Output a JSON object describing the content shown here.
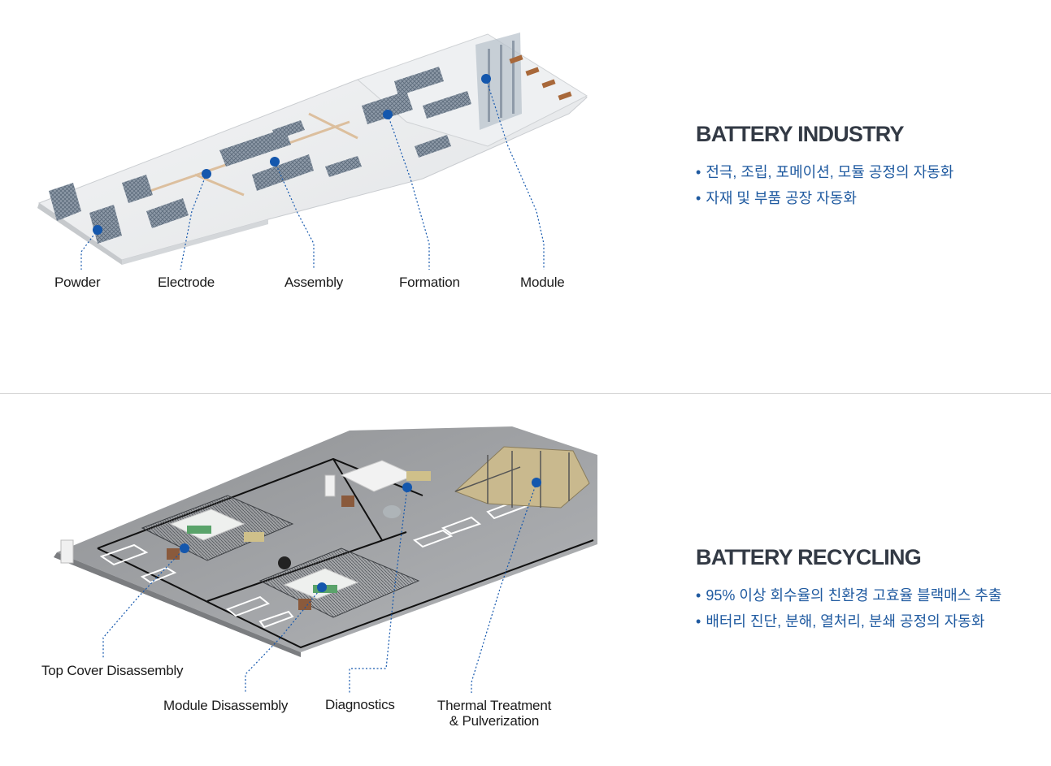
{
  "industry": {
    "heading": "BATTERY INDUSTRY",
    "bullets": [
      "전극, 조립, 포메이션, 모듈 공정의 자동화",
      "자재 및 부품 공장 자동화"
    ],
    "labels": {
      "powder": "Powder",
      "electrode": "Electrode",
      "assembly": "Assembly",
      "formation": "Formation",
      "module": "Module"
    }
  },
  "recycling": {
    "heading": "BATTERY RECYCLING",
    "bullets": [
      "95% 이상 회수율의 친환경 고효율 블랙매스 추출",
      "배터리 진단, 분해, 열처리, 분쇄 공정의 자동화"
    ],
    "labels": {
      "top_cover": "Top Cover Disassembly",
      "module_disassembly": "Module Disassembly",
      "diagnostics": "Diagnostics",
      "thermal_line1": "Thermal Treatment",
      "thermal_line2": "& Pulverization"
    }
  },
  "colors": {
    "accent_blue": "#1457ad",
    "heading": "#333a45",
    "bullet_text": "#1f5aa0",
    "divider": "#d6d6d6"
  }
}
